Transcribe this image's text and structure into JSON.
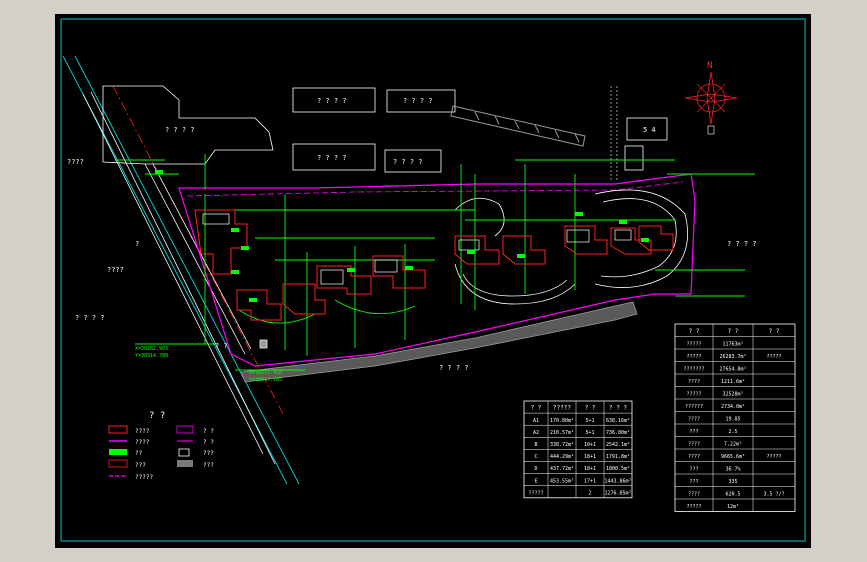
{
  "colors": {
    "background": "#000000",
    "outer": "#d4d0c8",
    "frame_cyan": "#00c8c8",
    "boundary_magenta": "#ff00ff",
    "road_green": "#00ff00",
    "building_red": "#ff2020",
    "white": "#ffffff",
    "gray": "#9a9a9a",
    "yellow": "#ffff00"
  },
  "north_arrow": {
    "label": "N",
    "icon": "north-arrow-icon"
  },
  "labels": {
    "top_blocks": [
      "? ? ? ?",
      "? ? ? ?",
      "? ? ? ?",
      "? ? ? ?",
      "???",
      "? ? ? ?"
    ],
    "top_left_block": "? ? ? ?",
    "small_block": "5 4",
    "left_road": "????",
    "left_mid": "????",
    "left_small": "? ?",
    "left_bottom": "? ? ? ?",
    "right_mid": "? ? ? ?",
    "bottom_mid": "? ? ? ?",
    "slash_q": "?",
    "coord_a": "X=30282.903",
    "coord_b": "Y=38914.788",
    "coord_c": "X=30277.916",
    "coord_d": "Y=38917.165"
  },
  "legend": {
    "title": "?     ?",
    "items": [
      {
        "symbol": "rect-red",
        "label": "????"
      },
      {
        "symbol": "line-magenta",
        "label": "????"
      },
      {
        "symbol": "mark-green",
        "label": "??"
      },
      {
        "symbol": "rect-red-small",
        "label": "???"
      },
      {
        "symbol": "dash-magenta",
        "label": "?????"
      },
      {
        "symbol": "text-mark",
        "label": "?  ?"
      },
      {
        "symbol": "line-white",
        "label": "?  ?"
      },
      {
        "symbol": "p-box",
        "label": "???"
      },
      {
        "symbol": "hatch",
        "label": "???"
      }
    ]
  },
  "table_buildings": {
    "headers": [
      "? ?",
      "?????",
      "? ?",
      "? ? ?"
    ],
    "rows": [
      [
        "A1",
        "170.80m²",
        "5+1",
        "638.16m²"
      ],
      [
        "A2",
        "210.57m²",
        "5+1",
        "736.80m²"
      ],
      [
        "B",
        "338.72m²",
        "10+1",
        "2542.1m²"
      ],
      [
        "C",
        "444.29m²",
        "18+1",
        "1791.8m²"
      ],
      [
        "D",
        "437.72m²",
        "18+1",
        "1800.5m²"
      ],
      [
        "E",
        "453.55m²",
        "17+1",
        "1443.86m²"
      ],
      [
        "?????",
        "",
        "2",
        "1276.05m²"
      ]
    ]
  },
  "table_econ": {
    "headers": [
      "? ?",
      "? ?",
      "? ?"
    ],
    "rows": [
      [
        "?????",
        "11763m²",
        ""
      ],
      [
        "?????",
        "26283.7m²",
        "?????"
      ],
      [
        "???????",
        "27654.8m²",
        ""
      ],
      [
        "????",
        "1211.6m²",
        ""
      ],
      [
        "?????",
        "32528m²",
        ""
      ],
      [
        "??????",
        "2734.0m²",
        ""
      ],
      [
        "????",
        "19.85",
        ""
      ],
      [
        "???",
        "2.5",
        ""
      ],
      [
        "????",
        "7.22m²",
        ""
      ],
      [
        "????",
        "9665.6m²",
        "?????"
      ],
      [
        "???",
        "36.7%",
        ""
      ],
      [
        "???",
        "335",
        ""
      ],
      [
        "????",
        "620.5",
        "3.5 ?/?"
      ],
      [
        "?????",
        "12m²",
        ""
      ]
    ]
  }
}
